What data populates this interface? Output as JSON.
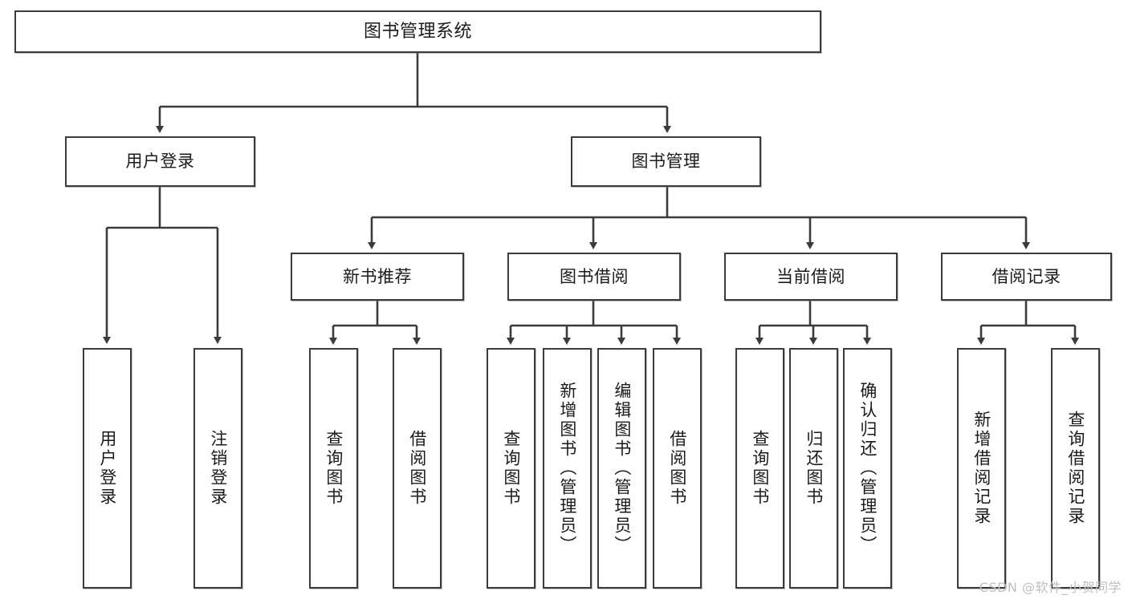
{
  "diagram": {
    "title": "图书管理系统",
    "type": "functional-structure-tree",
    "watermark": "CSDN @软件_小贺同学",
    "colors": {
      "box_border": "#3b3b3b",
      "box_fill": "#ffffff",
      "connector": "#3b3b3b",
      "text": "#1b1b1b",
      "watermark": "#bfbfbf"
    },
    "root": {
      "label": "图书管理系统"
    },
    "level2": [
      {
        "label": "用户登录"
      },
      {
        "label": "图书管理"
      }
    ],
    "level3": [
      {
        "label": "新书推荐"
      },
      {
        "label": "图书借阅"
      },
      {
        "label": "当前借阅"
      },
      {
        "label": "借阅记录"
      }
    ],
    "leaves": {
      "user_login": [
        {
          "label": "用户登录"
        },
        {
          "label": "注销登录"
        }
      ],
      "new_book_recommend": [
        {
          "label": "查询图书"
        },
        {
          "label": "借阅图书"
        }
      ],
      "book_borrow": [
        {
          "label": "查询图书"
        },
        {
          "label": "新增图书（管理员）"
        },
        {
          "label": "编辑图书（管理员）"
        },
        {
          "label": "借阅图书"
        }
      ],
      "current_borrow": [
        {
          "label": "查询图书"
        },
        {
          "label": "归还图书"
        },
        {
          "label": "确认归还（管理员）"
        }
      ],
      "borrow_record": [
        {
          "label": "新增借阅记录"
        },
        {
          "label": "查询借阅记录"
        }
      ]
    }
  }
}
